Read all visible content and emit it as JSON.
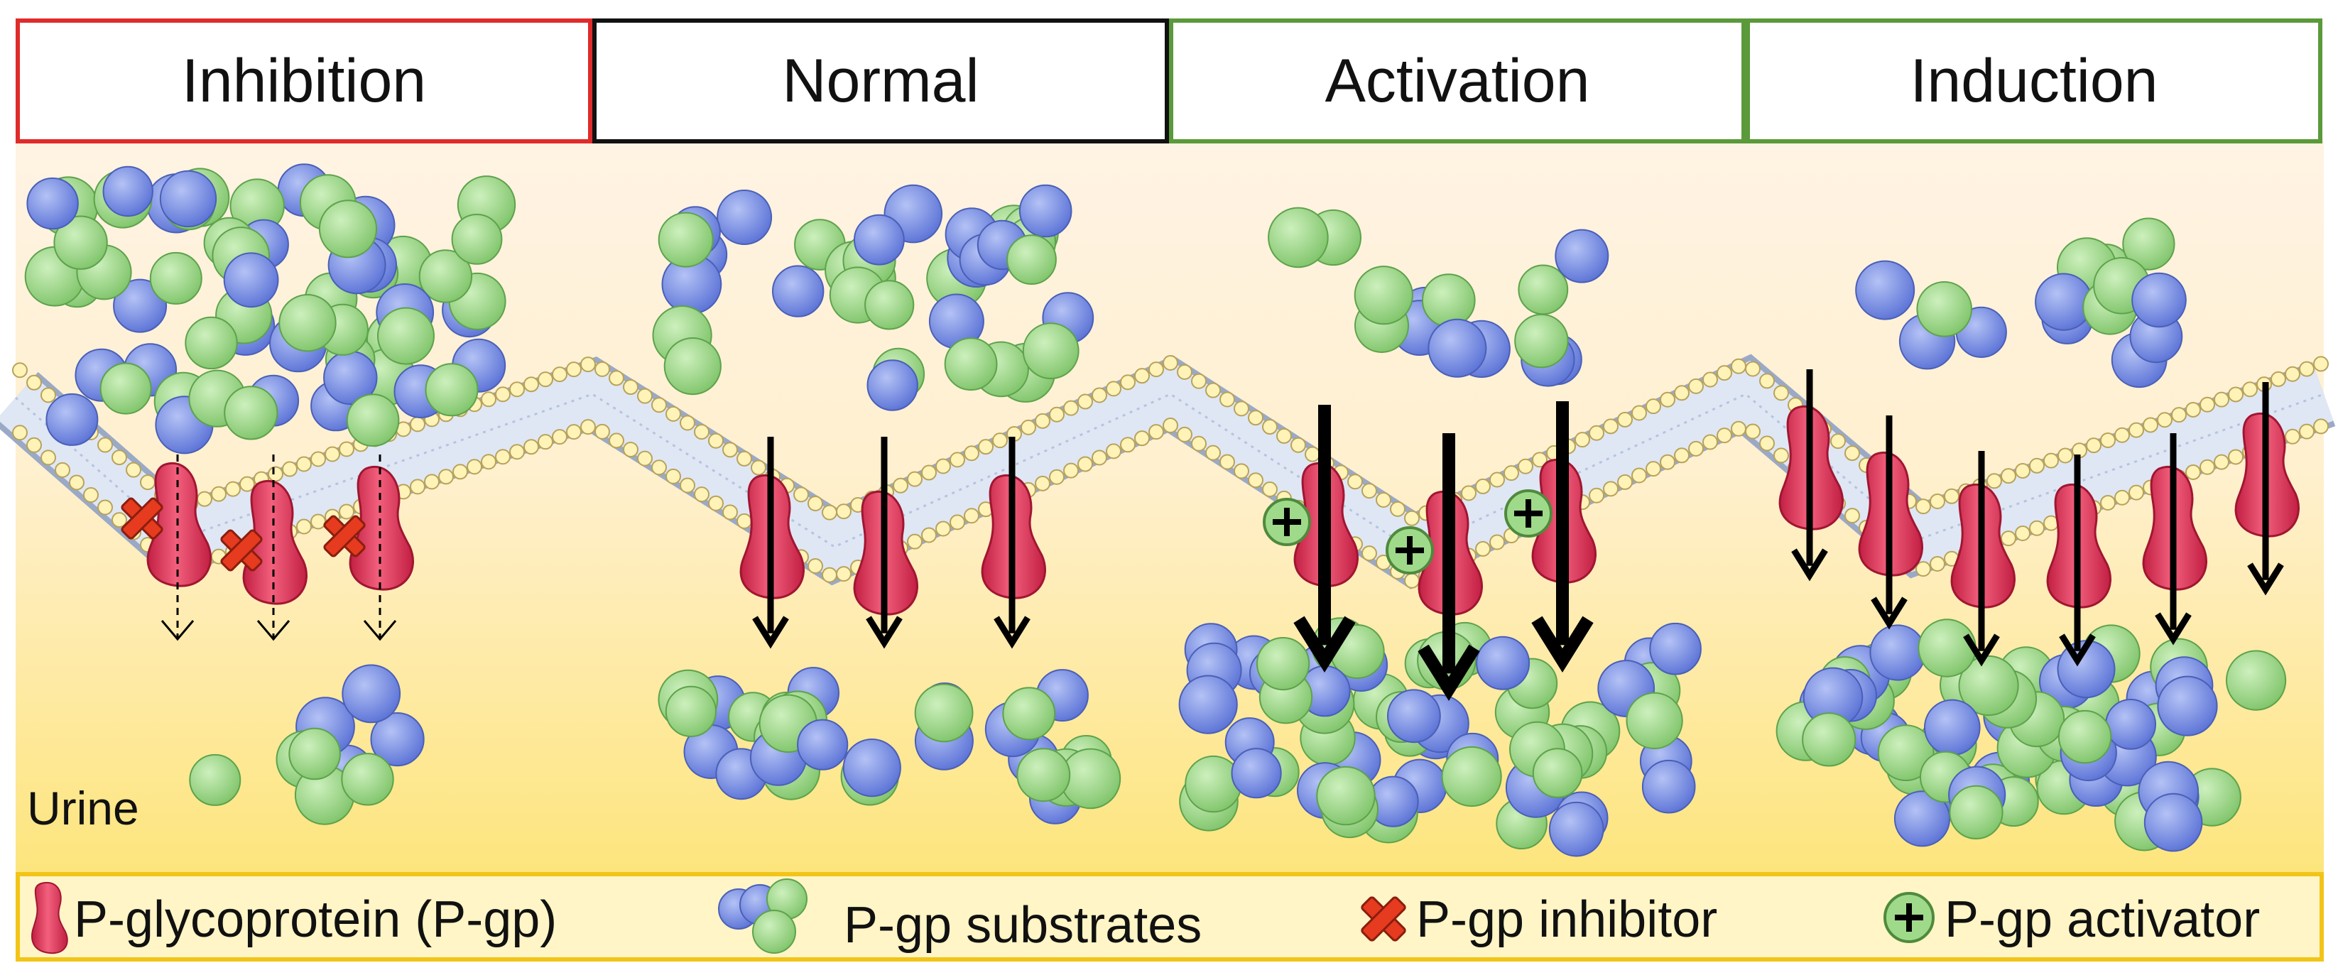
{
  "panels": [
    {
      "title": "Inhibition",
      "border_color": "#e02b2b",
      "mode": "inhibition",
      "pumps": 3
    },
    {
      "title": "Normal",
      "border_color": "#111111",
      "mode": "normal",
      "pumps": 3
    },
    {
      "title": "Activation",
      "border_color": "#5a9a3a",
      "mode": "activation",
      "pumps": 3
    },
    {
      "title": "Induction",
      "border_color": "#5a9a3a",
      "mode": "induction",
      "pumps": 6
    }
  ],
  "urine_label": "Urine",
  "legend": {
    "pgp_label": "P-glycoprotein (P-gp)",
    "substrates_label": "P-gp substrates",
    "inhibitor_label": "P-gp inhibitor",
    "activator_label": "P-gp activator"
  },
  "colors": {
    "pgp": "#e2395a",
    "substrate_green": "#9fd98a",
    "substrate_blue": "#7a8fe0",
    "inhibitor": "#e63b1f",
    "activator": "#9fd98a",
    "background_top": "#fff3e4",
    "background_bottom": "#fde98a",
    "membrane_head": "#fff3b8",
    "membrane_tail": "#c9d6ec"
  },
  "icons": {
    "pgp": "pgp-icon",
    "substrates": "substrates-icon",
    "inhibitor": "inhibitor-icon",
    "activator": "activator-icon"
  }
}
